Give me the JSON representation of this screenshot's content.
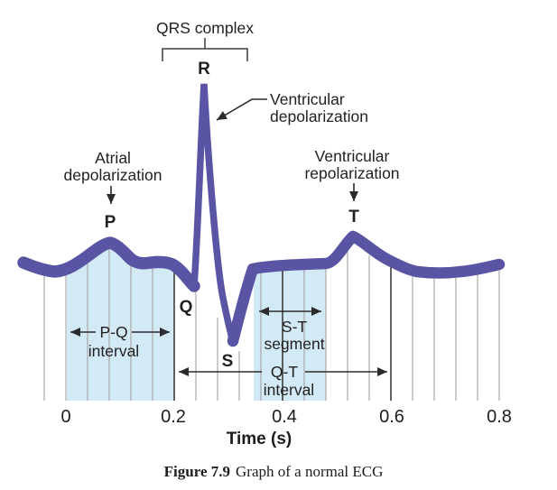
{
  "figure": {
    "caption_bold": "Figure 7.9",
    "caption_rest": "Graph of a normal ECG"
  },
  "axis": {
    "label": "Time (s)",
    "ticks": [
      "0",
      "0.2",
      "0.4",
      "0.6",
      "0.8"
    ]
  },
  "annotations": {
    "qrs_complex": "QRS complex",
    "ventricular_depolarization": [
      "Ventricular",
      "depolarization"
    ],
    "atrial_depolarization": [
      "Atrial",
      "depolarization"
    ],
    "ventricular_repolarization": [
      "Ventricular",
      "repolarization"
    ],
    "pq_interval": [
      "P-Q",
      "interval"
    ],
    "st_segment": [
      "S-T",
      "segment"
    ],
    "qt_interval": [
      "Q-T",
      "interval"
    ]
  },
  "wave_labels": {
    "p": "P",
    "q": "Q",
    "r": "R",
    "s": "S",
    "t": "T"
  },
  "colors": {
    "trace_purple": "#5a54a4",
    "shaded_region_blue": "#d2e9f6",
    "gridline_gray": "#a9a9a9",
    "major_line_dark": "#3d3d3d",
    "text": "#231f20"
  },
  "chart_data": {
    "type": "line",
    "title": "Figure 7.9 Graph of a normal ECG",
    "xlabel": "Time (s)",
    "ylabel": "",
    "xlim": [
      -0.08,
      0.84
    ],
    "x_ticks": [
      0,
      0.2,
      0.4,
      0.6,
      0.8
    ],
    "grid_spacing_s": 0.04,
    "grid": true,
    "legend": false,
    "units": "relative amplitude (R peak = 1.0)",
    "waveform_points": [
      [
        -0.08,
        0.01
      ],
      [
        -0.02,
        -0.03
      ],
      [
        0.0,
        0.01
      ],
      [
        0.04,
        0.06
      ],
      [
        0.08,
        0.13
      ],
      [
        0.12,
        0.03
      ],
      [
        0.16,
        0.02
      ],
      [
        0.2,
        0.0
      ],
      [
        0.22,
        -0.05
      ],
      [
        0.24,
        -0.12
      ],
      [
        0.255,
        1.0
      ],
      [
        0.31,
        -0.42
      ],
      [
        0.35,
        0.0
      ],
      [
        0.4,
        0.01
      ],
      [
        0.48,
        0.02
      ],
      [
        0.53,
        0.17
      ],
      [
        0.57,
        0.05
      ],
      [
        0.6,
        -0.02
      ],
      [
        0.65,
        -0.04
      ],
      [
        0.73,
        -0.03
      ],
      [
        0.8,
        0.01
      ]
    ],
    "key_points": [
      {
        "label": "P",
        "t": 0.08,
        "v": 0.13,
        "meaning": "Atrial depolarization"
      },
      {
        "label": "Q",
        "t": 0.24,
        "v": -0.12
      },
      {
        "label": "R",
        "t": 0.255,
        "v": 1.0,
        "meaning": "Ventricular depolarization"
      },
      {
        "label": "S",
        "t": 0.31,
        "v": -0.42
      },
      {
        "label": "T",
        "t": 0.53,
        "v": 0.17,
        "meaning": "Ventricular repolarization"
      }
    ],
    "intervals": [
      {
        "label": "P-Q interval",
        "start_s": 0.0,
        "end_s": 0.2,
        "shaded": true
      },
      {
        "label": "S-T segment",
        "start_s": 0.35,
        "end_s": 0.48,
        "shaded": true
      },
      {
        "label": "Q-T interval",
        "start_s": 0.2,
        "end_s": 0.6,
        "shaded": false
      }
    ],
    "annotations": [
      "QRS complex",
      "Atrial depolarization points to P",
      "Ventricular depolarization points to R spike",
      "Ventricular repolarization points to T"
    ]
  }
}
